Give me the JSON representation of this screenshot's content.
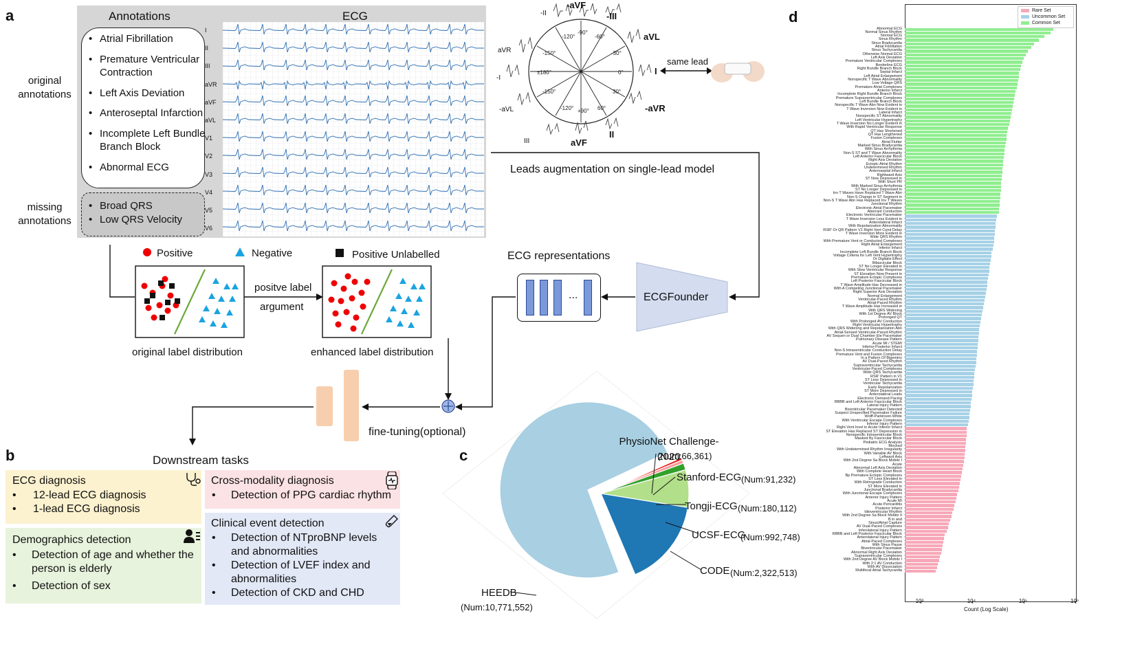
{
  "panels": {
    "a": "a",
    "b": "b",
    "c": "c",
    "d": "d"
  },
  "annotations": {
    "header": "Annotations",
    "ecg_header": "ECG",
    "original_label": "original annotations",
    "missing_label": "missing annotations",
    "original_items": [
      "Atrial Fibrillation",
      "Premature Ventricular Contraction",
      "Left Axis Deviation",
      "Anteroseptal Infarction",
      "Incomplete Left Bundle Branch Block",
      "Abnormal ECG"
    ],
    "missing_items": [
      "Broad QRS",
      "Low QRS Velocity"
    ],
    "leads": [
      "I",
      "II",
      "III",
      "aVR",
      "aVF",
      "aVL",
      "V1",
      "V2",
      "V3",
      "V4",
      "V5",
      "V6"
    ]
  },
  "hexaxial": {
    "leads": [
      "-aVF",
      "-II",
      "-III",
      "aVR",
      "aVL",
      "-I",
      "I",
      "-aVL",
      "-aVR",
      "III",
      "aVF",
      "II"
    ],
    "angles": [
      "-90°",
      "-120°",
      "-60°",
      "-150°",
      "-30°",
      "±180°",
      "0°",
      "-150°",
      "30°",
      "-120°",
      "+90°",
      "60°"
    ],
    "same_lead": "same lead",
    "caption": "Leads augmentation on single-lead model"
  },
  "legend": {
    "positive": "Positive",
    "negative": "Negative",
    "unlabelled": "Positive Unlabelled"
  },
  "flow": {
    "argument_line1": "positve label",
    "argument_line2": "argument",
    "original_dist": "original label distribution",
    "enhanced_dist": "enhanced label distribution",
    "ecg_representations": "ECG representations",
    "ecgfounder": "ECGFounder",
    "dots": "...",
    "fine_tuning": "fine-tuning(optional)",
    "downstream": "Downstream tasks"
  },
  "tasks": {
    "ecg_diagnosis": {
      "title": "ECG diagnosis",
      "items": [
        "12-lead ECG diagnosis",
        "1-lead ECG diagnosis"
      ]
    },
    "demographics": {
      "title": "Demographics detection",
      "items": [
        "Detection of age and whether the person is elderly",
        "Detection of sex"
      ]
    },
    "cross_modality": {
      "title": "Cross-modality diagnosis",
      "items": [
        "Detection of PPG cardiac rhythm"
      ]
    },
    "clinical": {
      "title": "Clinical event detection",
      "items": [
        "Detection of NTproBNP levels and abnormalities",
        "Detection of LVEF index and abnormalities",
        "Detection of CKD and CHD"
      ]
    }
  },
  "chart_data": [
    {
      "type": "pie",
      "panel": "c",
      "slices": [
        {
          "name": "HEEDB",
          "label": "(Num:10,771,552)",
          "value": 10771552,
          "color": "#a8cfe2"
        },
        {
          "name": "CODE",
          "label": "(Num:2,322,513)",
          "value": 2322513,
          "color": "#1f77b4"
        },
        {
          "name": "UCSF-ECG",
          "label": "(Num:992,748)",
          "value": 992748,
          "color": "#b2df8a"
        },
        {
          "name": "Tongji-ECG",
          "label": "(Num:180,112)",
          "value": 180112,
          "color": "#33a02c"
        },
        {
          "name": "Stanford-ECG",
          "label": "(Num:91,232)",
          "value": 91232,
          "color": "#fb9a99"
        },
        {
          "name": "PhysioNet Challenge-2020",
          "label": "(Num:66,361)",
          "value": 66361,
          "color": "#e31a1c"
        }
      ]
    },
    {
      "type": "bar",
      "panel": "d",
      "orientation": "horizontal",
      "xlabel": "Count (Log Scale)",
      "xscale": "log",
      "xlim": [
        500,
        1000000
      ],
      "xticks": [
        "10³",
        "10⁴",
        "10⁵",
        "10⁶"
      ],
      "legend": [
        {
          "name": "Rare Set",
          "color": "#f7a8b8"
        },
        {
          "name": "Uncommon Set",
          "color": "#a6d1e6"
        },
        {
          "name": "Common Set",
          "color": "#90ee90"
        }
      ],
      "legend_position": "top-right",
      "groups": [
        {
          "name": "Common Set",
          "color": "#90ee90",
          "categories": [
            "Abnormal ECG",
            "Normal Sinus Rhythm",
            "Normal ECG",
            "Sinus Rhythm",
            "Sinus Bradycardia",
            "Atrial Fibrillation",
            "Sinus Tachycardia",
            "Otherwise Normal ECG",
            "Left Axis Deviation",
            "Premature Ventricular Complexes",
            "Borderline ECG",
            "Right Bundle Branch Block",
            "Septal Infarct",
            "Left Atrial Enlargement",
            "Nonspecific T Wave Abnormality",
            "Low Voltage QRS",
            "Premature Atrial Complexes",
            "Anterior Infarct",
            "Incomplete Right Bundle Branch Block",
            "Premature Supraventricular Complexes",
            "Left Bundle Branch Block",
            "Nonspecific T Wave Abn Now Evident in",
            "T Wave Inversion Now Evident in",
            "Lateral Infarct",
            "Nonspecific ST Abnormality",
            "Left Ventricular Hypertrophy",
            "T Wave Inversion No Longer Evident in",
            "With Rapid Ventricular Response",
            "QT Has Shortened",
            "QT Has Lengthened",
            "Fusion Complexes",
            "Atrial Flutter",
            "Marked Sinus Bradycardia",
            "With Sinus Arrhythmia",
            "Non-S ST and T Wave Abnormality",
            "Left Anterior Fascicular Block",
            "Right Axis Deviation",
            "Ectopic Atrial Rhythm",
            "Undetermined Rhythm",
            "Anteroseptal Infarct",
            "Rightward Axis",
            "ST Now Depressed in",
            "With Short PR",
            "With Marked Sinus Arrhythmia",
            "ST No Longer Depressed in",
            "Inv T Waves Have Replaced T Wave Abn",
            "Non-S Change in ST Segment in",
            "Non-S T Wave Abn Has Replaced Inv T Waves",
            "Junctional Rhythm",
            "Electronic Atrial Pacemaker",
            "Aberrant Conduction"
          ],
          "values": [
            380000,
            330000,
            250000,
            200000,
            160000,
            140000,
            120000,
            110000,
            100000,
            95000,
            90000,
            85000,
            82000,
            80000,
            78000,
            76000,
            74000,
            70000,
            68000,
            66000,
            64000,
            62000,
            60000,
            58000,
            56000,
            54000,
            52000,
            50000,
            48000,
            47000,
            46000,
            45000,
            44000,
            43000,
            42000,
            41000,
            40000,
            39500,
            39000,
            38500,
            38000,
            37500,
            37000,
            36500,
            36000,
            35500,
            35000,
            34500,
            34000,
            33500,
            33000
          ]
        },
        {
          "name": "Uncommon Set",
          "color": "#a6d1e6",
          "categories": [
            "Electronic Ventricular Pacemaker",
            "T Wave Inversion Less Evident in",
            "Anterolateral Infarct",
            "With Repolarization Abnormality",
            "RSR' Or QR Pattern V1 Right Vent Cond Delay",
            "T Wave Inversion More Evident in",
            "Wide QRS Rhythm",
            "With Premature Vent or Conducted Complexes",
            "Right Atrial Enlargement",
            "Inferior Infarct",
            "Incomplete Left Bundle Branch Block",
            "Voltage Criteria for Left Vent Hypertrophy",
            "Or Digitalis Effect",
            "Bifascicular Block",
            "ST No Longer Elevated in",
            "With Slow Ventricular Response",
            "ST Elevation Now Present in",
            "Premature Ectopic Complexes",
            "Left Posterior Fascicular Block",
            "T Wave Amplitude Has Decreased in",
            "With A Competing Junctional Pacemaker",
            "Right Superior Axis Deviation",
            "Normal Enlargement",
            "Ventricular-Paced Rhythm",
            "Atrial-Paced Rhythm",
            "T Wave Amplitude Has Increased in",
            "With QRS Widening",
            "With 1st Degree AV Block",
            "Prolonged QT",
            "With Prolonged AV Conduction",
            "Right Ventricular Hypertrophy",
            "With QRS Widening and Repolarization Abn",
            "Atrial-Sensed Ventricular-Paced Rhythm",
            "AV Sequen or Dual Chamber Ele Pacemaker",
            "Pulmonary Disease Pattern",
            "Acute MI / STEMI",
            "Inferior-Posterior Infarct",
            "Non-S Intraventricular Conduction Delay",
            "Premature Vent and Fusion Complexes",
            "In a Pattern Of Bigeminy",
            "AV Dual-Paced Rhythm",
            "Supraventricular Tachycardia",
            "Ventricular-Paced Complexes",
            "Wide QRS Tachycardia",
            "RSR' Pattern in V1",
            "ST Less Depressed in",
            "Ventricular Tachycardia",
            "Early Repolarization",
            "ST More Depressed in",
            "Anterolateral Leads",
            "Electronic Demand Pacing",
            "RBBB and Left Anterior Fascicular Block",
            "Lateral Injury Pattern",
            "Biventricular Pacemaker Detected",
            "Suspect Unspecified Pacemaker Failure",
            "Wolff-Parkinson-White",
            "With Ventricular Escape Complexes",
            "Inferior Injury Pattern"
          ],
          "values": [
            30000,
            29500,
            29000,
            28500,
            28000,
            27500,
            27000,
            26500,
            26000,
            25000,
            24000,
            23500,
            23000,
            22500,
            22000,
            21500,
            21000,
            20500,
            20000,
            19500,
            19000,
            18500,
            18000,
            17500,
            17000,
            16500,
            16000,
            15500,
            15000,
            14500,
            14000,
            13800,
            13600,
            13400,
            13200,
            13000,
            12800,
            12600,
            12400,
            12200,
            12000,
            11800,
            11500,
            11200,
            11000,
            10800,
            10600,
            10400,
            10200,
            10000,
            9800,
            9600,
            9400,
            9200,
            9000,
            8800,
            8600,
            8400
          ]
        },
        {
          "name": "Rare Set",
          "color": "#f7a8b8",
          "categories": [
            "Right Vent Invol in Acute Inferior Infarct",
            "ST Elevation Has Replaced ST Depression in",
            "Nonspecific Intraventricular Block",
            "Masked By Fascicular Block",
            "Pediatric ECG Analysis",
            "Blocked",
            "With Undetermined Rhythm Irregularity",
            "With Variable AV Block",
            "Leftward Axis",
            "With 2nd Degree Sa Block Mobitz I",
            "Acute",
            "Abnormal Left Axis Deviation",
            "With Complete Heart Block",
            "Bp Premature Ectopic Complexes",
            "ST Less Elevated in",
            "With Retrograde Conduction",
            "ST More Elevated in",
            "Junctional Bradycardia",
            "With Junctional Escape Complexes",
            "Anterior Injury Pattern",
            "Acute MI",
            "Acute Pericarditis",
            "Posterior Infarct",
            "Idioventricular Rhythm",
            "With 2nd Degree Sa Block Mobitz II",
            "B in and",
            "Sinus/Atrial Capture",
            "AV Dual-Paced Complexes",
            "Inferolateral Injury Pattern",
            "RBBB and Left Posterior Fascicular Block",
            "Anterolateral Injury Pattern",
            "Atrial-Paced Complexes",
            "With Sinus Pause",
            "Biventricular Pacemaker",
            "Abnormal Right Axis Deviation",
            "Supraventricular Complexes",
            "With 2nd Degree AV Block Mobitz I",
            "With 2:1 AV Conduction",
            "With AV Dissociation",
            "Multifocal Atrial Tachycardia"
          ],
          "values": [
            8000,
            7900,
            7800,
            7700,
            7600,
            7500,
            7400,
            7300,
            7200,
            7000,
            6800,
            6600,
            6400,
            6200,
            6000,
            5800,
            5600,
            5400,
            5200,
            5000,
            4800,
            4600,
            4400,
            4200,
            4000,
            3800,
            3600,
            3400,
            3200,
            3000,
            2900,
            2800,
            2700,
            2600,
            2500,
            2400,
            2300,
            2200,
            2100,
            2000
          ]
        }
      ]
    }
  ]
}
